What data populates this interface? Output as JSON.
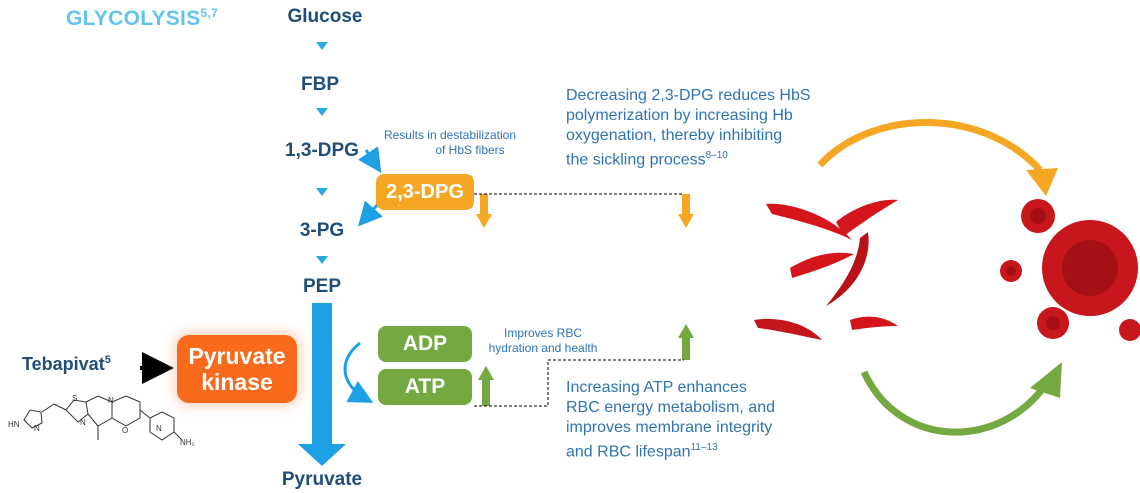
{
  "title": {
    "text": "GLYCOLYSIS",
    "sup": "5,7"
  },
  "metabolites": {
    "glucose": "Glucose",
    "fbp": "FBP",
    "dpg13": "1,3-DPG",
    "pg3": "3-PG",
    "pep": "PEP",
    "pyruvate": "Pyruvate"
  },
  "boxes": {
    "dpg23": "2,3-DPG",
    "adp": "ADP",
    "atp": "ATP",
    "pk_line1": "Pyruvate",
    "pk_line2": "kinase"
  },
  "drug": {
    "name": "Tebapivat",
    "sup": "5"
  },
  "notes": {
    "destab_line1": "Results in destabilization",
    "destab_line2": "of HbS fibers",
    "rbc_line1": "Improves RBC",
    "rbc_line2": "hydration and health",
    "dpg_effect": {
      "line1": "Decreasing 2,3-DPG reduces HbS",
      "line2": "polymerization by increasing Hb",
      "line3": "oxygenation, thereby inhibiting",
      "line4": "the sickling process",
      "sup": "8–10"
    },
    "atp_effect": {
      "line1": "Increasing ATP enhances",
      "line2": "RBC energy metabolism, and",
      "line3": "improves membrane integrity",
      "line4": "and RBC lifespan",
      "sup": "11–13"
    }
  },
  "structure_labels": {
    "hn": "HN",
    "n1": "N",
    "s": "S",
    "n2": "N",
    "n3": "N",
    "o": "O",
    "n4": "N",
    "ch3": "\\",
    "nh2": "NH₂"
  },
  "colors": {
    "title": "#63c5ee",
    "metabolite": "#1f4e79",
    "dpg": "#f5a623",
    "atp": "#74a841",
    "pk": "#f96a1c",
    "arrow_blue": "#1ea0e6",
    "rbc": "#c8161d"
  }
}
